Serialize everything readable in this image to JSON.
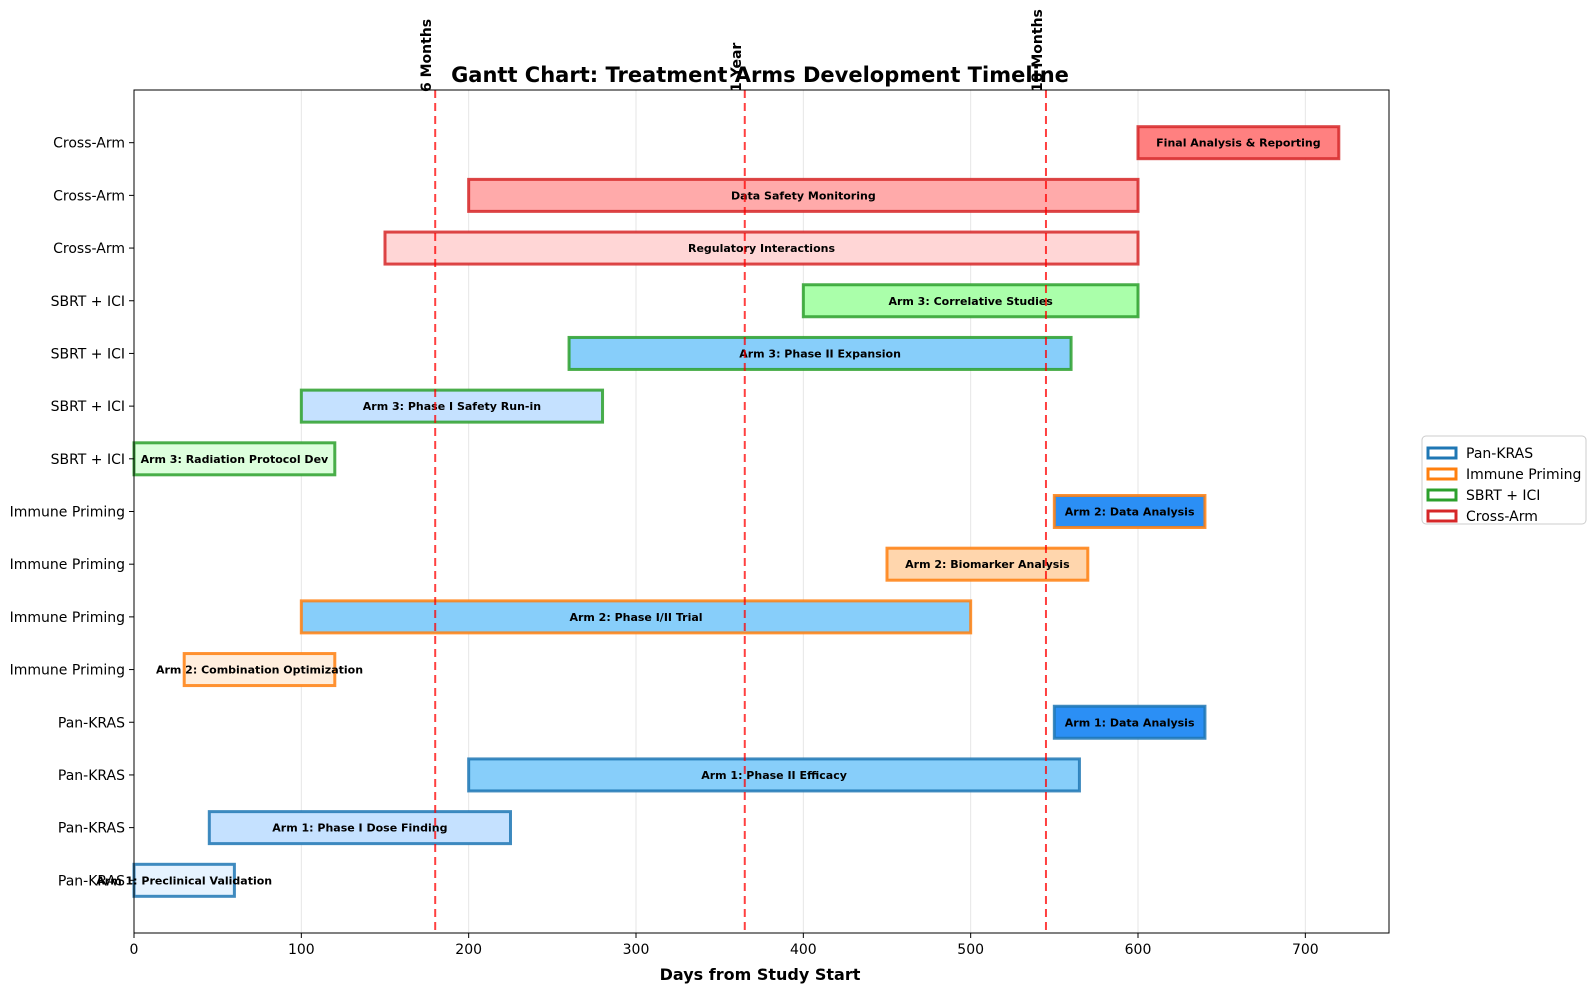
{
  "chart_data": {
    "type": "bar",
    "orientation": "horizontal",
    "title": "Gantt Chart: Treatment Arms Development Timeline",
    "xlabel": "Days from Study Start",
    "ylabel": "",
    "xlim": [
      0,
      750
    ],
    "xticks": [
      0,
      100,
      200,
      300,
      400,
      500,
      600,
      700
    ],
    "grid": "x",
    "legend_position": "right",
    "colors": {
      "Pan-KRAS": "#1f77b4",
      "Immune Priming": "#ff7f0e",
      "SBRT + ICI": "#2ca02c",
      "Cross-Arm": "#d62728",
      "milestone": "#ff0000"
    },
    "legend": [
      "Pan-KRAS",
      "Immune Priming",
      "SBRT + ICI",
      "Cross-Arm"
    ],
    "milestones": [
      {
        "label": "6 Months",
        "x": 180
      },
      {
        "label": "1 Year",
        "x": 365
      },
      {
        "label": "18 Months",
        "x": 545
      }
    ],
    "tasks": [
      {
        "row": "Pan-KRAS",
        "label": "Arm 1: Preclinical Validation",
        "start": 0,
        "end": 60,
        "fill": "#e6f3ff",
        "group": "Pan-KRAS"
      },
      {
        "row": "Pan-KRAS",
        "label": "Arm 1: Phase I Dose Finding",
        "start": 45,
        "end": 225,
        "fill": "#c5e1ff",
        "group": "Pan-KRAS"
      },
      {
        "row": "Pan-KRAS",
        "label": "Arm 1: Phase II Efficacy",
        "start": 200,
        "end": 565,
        "fill": "#87cefa",
        "group": "Pan-KRAS"
      },
      {
        "row": "Pan-KRAS",
        "label": "Arm 1: Data Analysis",
        "start": 550,
        "end": 640,
        "fill": "#2b8ff5",
        "group": "Pan-KRAS"
      },
      {
        "row": "Immune Priming",
        "label": "Arm 2: Combination Optimization",
        "start": 30,
        "end": 120,
        "fill": "#ffeedd",
        "group": "Immune Priming"
      },
      {
        "row": "Immune Priming",
        "label": "Arm 2: Phase I/II Trial",
        "start": 100,
        "end": 500,
        "fill": "#87cefa",
        "group": "Immune Priming"
      },
      {
        "row": "Immune Priming",
        "label": "Arm 2: Biomarker Analysis",
        "start": 450,
        "end": 570,
        "fill": "#ffd6ad",
        "group": "Immune Priming"
      },
      {
        "row": "Immune Priming",
        "label": "Arm 2: Data Analysis",
        "start": 550,
        "end": 640,
        "fill": "#2b8ff5",
        "group": "Immune Priming"
      },
      {
        "row": "SBRT + ICI",
        "label": "Arm 3: Radiation Protocol Dev",
        "start": 0,
        "end": 120,
        "fill": "#ddffdd",
        "group": "SBRT + ICI"
      },
      {
        "row": "SBRT + ICI",
        "label": "Arm 3: Phase I Safety Run-in",
        "start": 100,
        "end": 280,
        "fill": "#c5e1ff",
        "group": "SBRT + ICI"
      },
      {
        "row": "SBRT + ICI",
        "label": "Arm 3: Phase II Expansion",
        "start": 260,
        "end": 560,
        "fill": "#87cefa",
        "group": "SBRT + ICI"
      },
      {
        "row": "SBRT + ICI",
        "label": "Arm 3: Correlative Studies",
        "start": 400,
        "end": 600,
        "fill": "#aaffaa",
        "group": "SBRT + ICI"
      },
      {
        "row": "Cross-Arm",
        "label": "Regulatory Interactions",
        "start": 150,
        "end": 600,
        "fill": "#ffd6d6",
        "group": "Cross-Arm"
      },
      {
        "row": "Cross-Arm",
        "label": "Data Safety Monitoring",
        "start": 200,
        "end": 600,
        "fill": "#ffaaaa",
        "group": "Cross-Arm"
      },
      {
        "row": "Cross-Arm",
        "label": "Final Analysis & Reporting",
        "start": 600,
        "end": 720,
        "fill": "#ff8080",
        "group": "Cross-Arm"
      }
    ]
  }
}
